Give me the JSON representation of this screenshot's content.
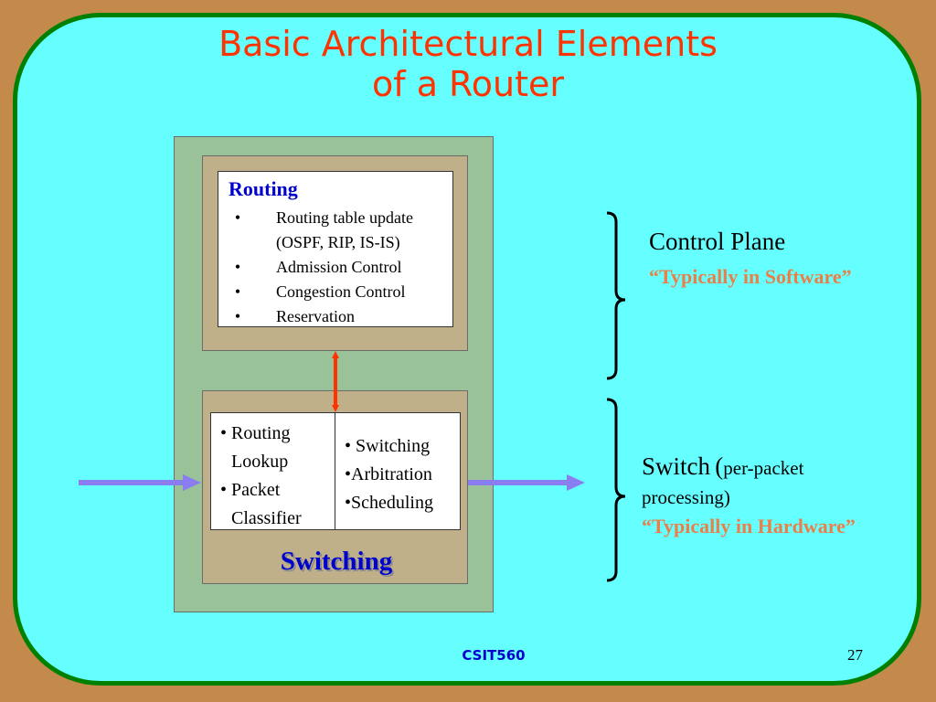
{
  "title_line1": "Basic Architectural Elements",
  "title_line2": "of a Router",
  "routing_box": {
    "heading": "Routing",
    "bullet": "•",
    "items": [
      "Routing table update",
      "(OSPF, RIP, IS-IS)",
      "Admission Control",
      "Congestion Control",
      "Reservation"
    ]
  },
  "switching_box": {
    "left_lines": [
      "• Routing",
      "Lookup",
      "• Packet",
      "Classifier"
    ],
    "right_lines": [
      "• Switching",
      "•Arbitration",
      "•Scheduling"
    ],
    "label": "Switching"
  },
  "control_plane": {
    "heading": "Control Plane",
    "note": "“Typically in Software”"
  },
  "switch_plane": {
    "heading": "Switch",
    "paren_open": "(",
    "detail": "per-packet",
    "detail2": "processing)",
    "note": "“Typically in Hardware”"
  },
  "footer": {
    "course": "CSIT560",
    "page": "27"
  },
  "colors": {
    "title": "#ff3300",
    "background": "#66ffff",
    "frame_border": "#008000",
    "outer_box": "#99c299",
    "inner_box": "#c0b08a",
    "arrows": "#8a7df0",
    "connector": "#ff3300",
    "accent_blue": "#0000cc",
    "note_orange": "#e9804a"
  }
}
